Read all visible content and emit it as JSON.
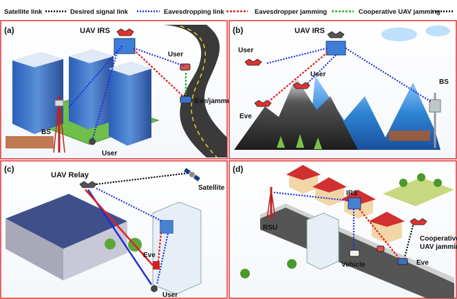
{
  "legend": [
    {
      "label": "Satellite link",
      "color": "#000000",
      "dash": "2,2"
    },
    {
      "label": "Desired signal link",
      "color": "#1f2fd6",
      "dash": "2,2"
    },
    {
      "label": "Eavesdropping link",
      "color": "#e02020",
      "dash": "3,2"
    },
    {
      "label": "Eavesdropper jamming",
      "color": "#22b022",
      "dash": "3,2"
    },
    {
      "label": "Cooperative UAV jamming",
      "color": "#000000",
      "dash": "2,2"
    }
  ],
  "panels": {
    "a": {
      "tag": "(a)",
      "uav_irs": "UAV IRS",
      "user_road": "User",
      "eve": "Eve/jammer",
      "bs": "BS",
      "user_ground": "User"
    },
    "b": {
      "tag": "(b)",
      "uav_irs": "UAV IRS",
      "user_left": "User",
      "user_mid": "User",
      "eve": "Eve",
      "bs": "BS"
    },
    "c": {
      "tag": "(c)",
      "relay": "UAV Relay",
      "satellite": "Satellite",
      "eve": "Eve",
      "user": "User"
    },
    "d": {
      "tag": "(d)",
      "irs": "IRS",
      "rsu": "RSU",
      "vehicle": "Vehicle",
      "eve": "Eve",
      "coop": "Cooperative",
      "coop2": "UAV jamming"
    }
  },
  "colors": {
    "frame": "#e03030",
    "desired": "#1f2fd6",
    "eaves": "#e02020",
    "jam": "#22b022",
    "sat": "#000000"
  }
}
